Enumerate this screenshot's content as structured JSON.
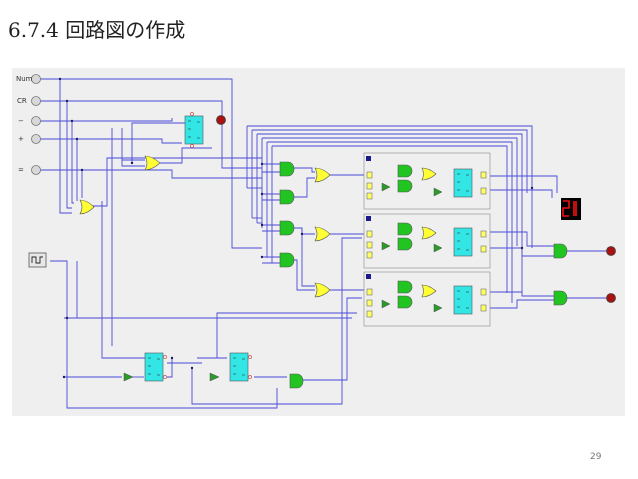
{
  "slide": {
    "title": "6.7.4 回路図の作成",
    "page_number": "29"
  },
  "diagram": {
    "inputs": [
      {
        "name": "input-num",
        "label": "Num"
      },
      {
        "name": "input-clr",
        "label": "CR"
      },
      {
        "name": "input-minus",
        "label": "−"
      },
      {
        "name": "input-plus",
        "label": "+"
      },
      {
        "name": "input-equal",
        "label": "="
      }
    ],
    "clock_label": "⎍",
    "display_digit": "21",
    "colors": {
      "wire": "#4a4ad8",
      "and_gate": "#22c422",
      "or_gate": "#ffff33",
      "flip_flop": "#33e6e6",
      "not_gate": "#2a9a2a",
      "output_led": "#aa1111",
      "display_bg": "#000000",
      "display_seg": "#ee1111"
    }
  }
}
